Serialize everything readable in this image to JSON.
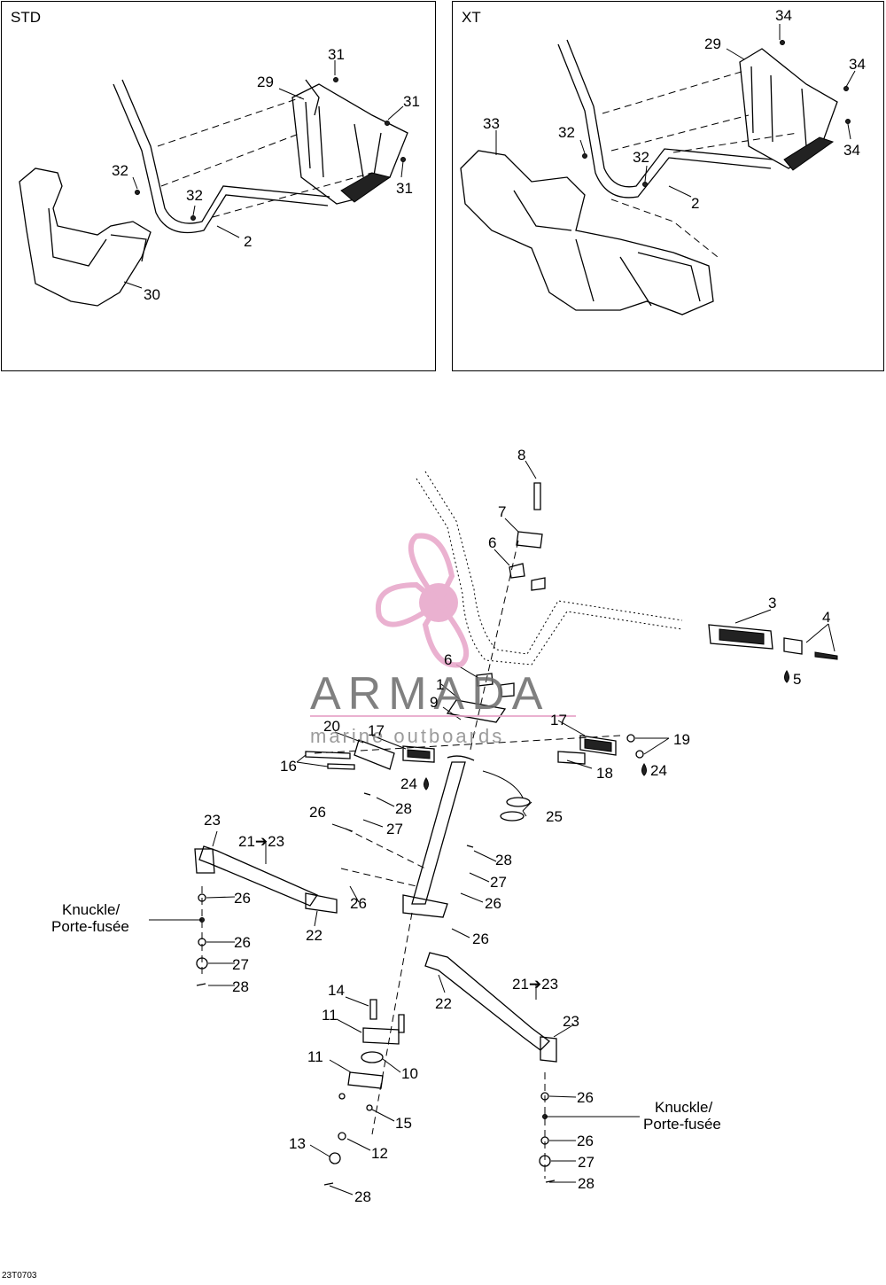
{
  "panels": {
    "std_title": "STD",
    "xt_title": "XT"
  },
  "reference_code": "23T0703",
  "watermark": {
    "title": "ARMADA",
    "subtitle": "marine outboards",
    "accent_color": "#e7a4c8"
  },
  "notes": {
    "knuckle_left": [
      "Knuckle/",
      "Porte-fusée"
    ],
    "knuckle_right": [
      "Knuckle/",
      "Porte-fusée"
    ]
  },
  "callouts_std": [
    "31",
    "29",
    "31",
    "32",
    "32",
    "31",
    "2",
    "30"
  ],
  "callouts_xt": [
    "34",
    "29",
    "34",
    "33",
    "32",
    "32",
    "34",
    "2"
  ],
  "callouts_main": [
    "8",
    "7",
    "6",
    "3",
    "4",
    "5",
    "6",
    "1",
    "9",
    "20",
    "17",
    "17",
    "19",
    "16",
    "24",
    "18",
    "24",
    "28",
    "25",
    "26",
    "27",
    "23",
    "21➔23",
    "28",
    "27",
    "26",
    "26",
    "26",
    "26",
    "26",
    "22",
    "27",
    "28",
    "22",
    "21➔23",
    "14",
    "11",
    "23",
    "10",
    "11",
    "15",
    "26",
    "26",
    "13",
    "12",
    "27",
    "28",
    "28"
  ]
}
